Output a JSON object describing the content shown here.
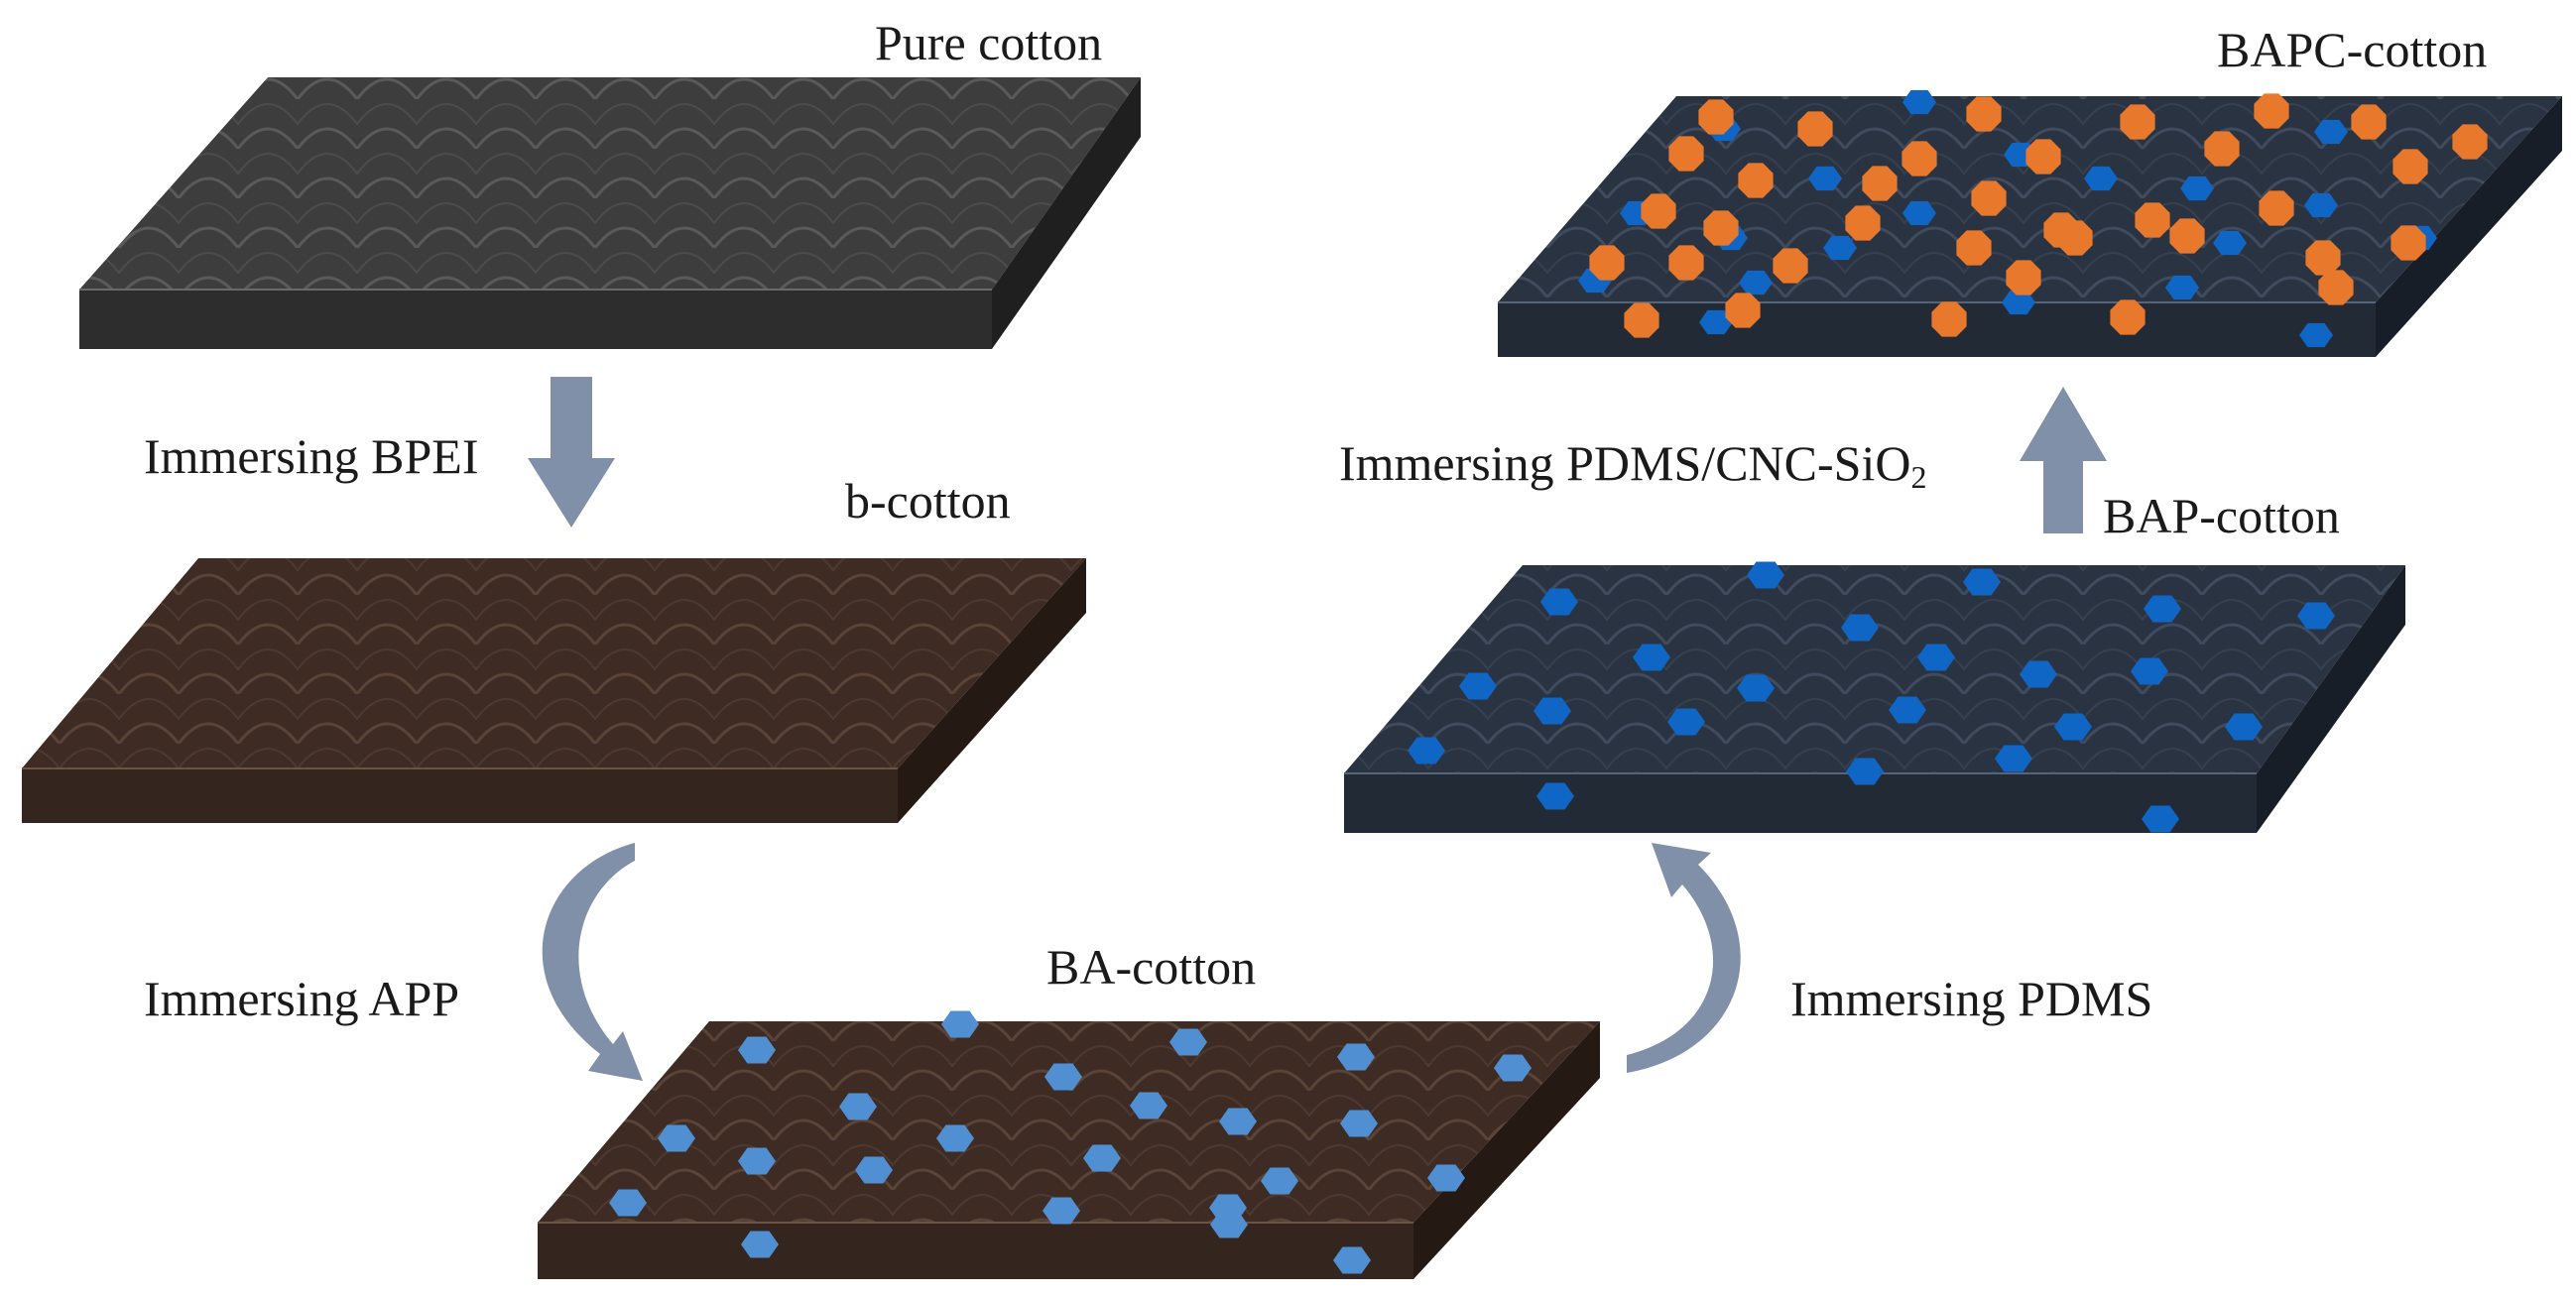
{
  "labels": {
    "pure_cotton": "Pure cotton",
    "b_cotton": "b-cotton",
    "ba_cotton": "BA-cotton",
    "bap_cotton": "BAP-cotton",
    "bapc_cotton": "BAPC-cotton"
  },
  "steps": {
    "bpei": "Immersing BPEI",
    "app": "Immersing APP",
    "pdms": "Immersing PDMS",
    "pdms_cnc_prefix": "Immersing PDMS/CNC-SiO",
    "pdms_cnc_subscript": "2"
  },
  "colors": {
    "gray_fabric": "#3b3b3b",
    "brown_fabric": "#3a2a22",
    "navy_fabric": "#27303f",
    "app_particle_light": "#4f8fd2",
    "app_particle_dark": "#0f66c4",
    "cnc_sio2_particle": "#e8782b",
    "arrow": "#8090a8"
  },
  "icons": {
    "particle_app": "hexagon",
    "particle_cnc_sio2": "octagon",
    "process_arrow": "thick-arrow"
  }
}
